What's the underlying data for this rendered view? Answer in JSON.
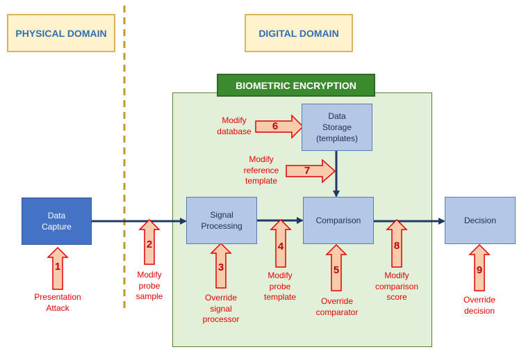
{
  "domains": {
    "physical": "PHYSICAL DOMAIN",
    "digital": "DIGITAL DOMAIN"
  },
  "panel": {
    "title": "BIOMETRIC ENCRYPTION"
  },
  "nodes": {
    "data_capture": "Data\nCapture",
    "signal_processing": "Signal\nProcessing",
    "data_storage": "Data\nStorage\n(templates)",
    "comparison": "Comparison",
    "decision": "Decision"
  },
  "attacks": [
    {
      "num": "1",
      "label": "Presentation\nAttack"
    },
    {
      "num": "2",
      "label": "Modify\nprobe\nsample"
    },
    {
      "num": "3",
      "label": "Override\nsignal\nprocessor"
    },
    {
      "num": "4",
      "label": "Modify\nprobe\ntemplate"
    },
    {
      "num": "5",
      "label": "Override\ncomparator"
    },
    {
      "num": "6",
      "label": "Modify\ndatabase"
    },
    {
      "num": "7",
      "label": "Modify\nreference\ntemplate"
    },
    {
      "num": "8",
      "label": "Modify\ncomparison\nscore"
    },
    {
      "num": "9",
      "label": "Override\ndecision"
    }
  ],
  "colors": {
    "domain_fill": "#fff2cc",
    "domain_text": "#2e6fb3",
    "panel_fill": "#e2f0d9",
    "panel_title_fill": "#3c8a2e",
    "node_dark": "#4472c4",
    "node_light": "#b4c7e7",
    "flow_arrow": "#1f3864",
    "attack_arrow_fill": "#f8cbad",
    "attack_arrow_stroke": "#e00000",
    "divider": "#c09a2c"
  }
}
